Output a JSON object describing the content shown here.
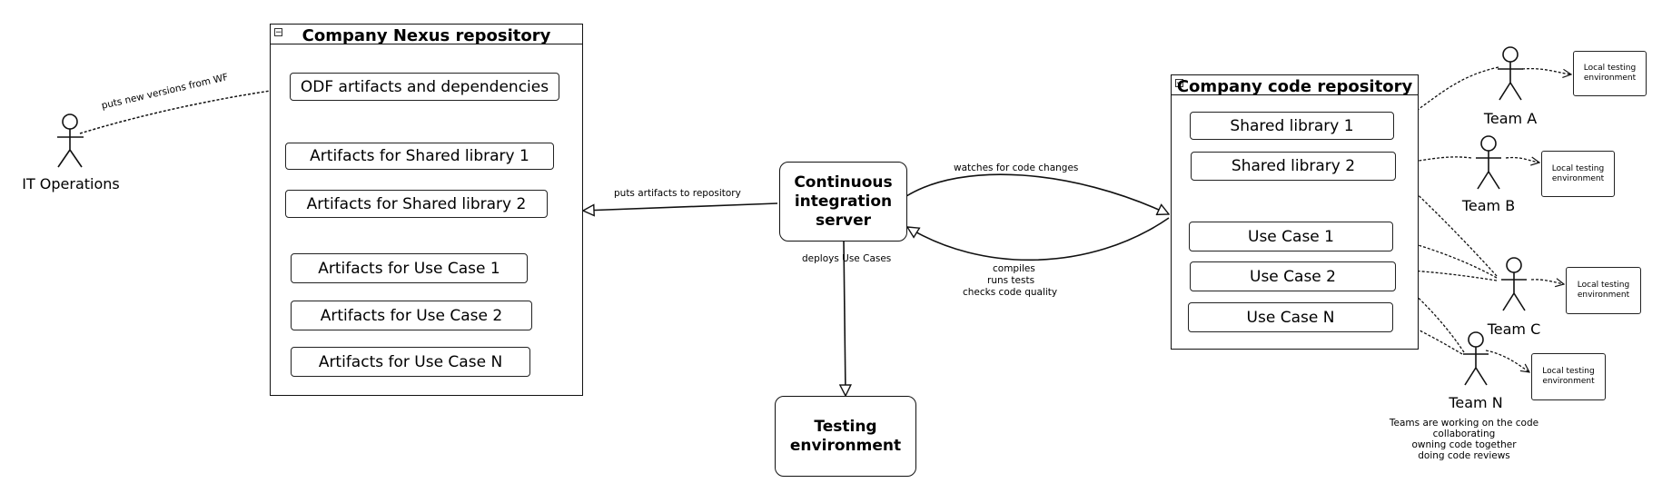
{
  "nexus": {
    "title": "Company Nexus repository",
    "items": [
      "ODF artifacts and dependencies",
      "Artifacts for Shared library 1",
      "Artifacts for Shared library 2",
      "Artifacts for Use Case 1",
      "Artifacts for Use Case 2",
      "Artifacts for Use Case N"
    ]
  },
  "code_repo": {
    "title": "Company code repository",
    "items": [
      "Shared library 1",
      "Shared library 2",
      "Use Case 1",
      "Use Case 2",
      "Use Case N"
    ]
  },
  "ci_server": {
    "lines": [
      "Continuous",
      "integration",
      "server"
    ]
  },
  "testing_env": {
    "lines": [
      "Testing",
      "environment"
    ]
  },
  "actors": {
    "it_ops": "IT Operations",
    "team_a": "Team A",
    "team_b": "Team B",
    "team_c": "Team C",
    "team_n": "Team N"
  },
  "local_env": {
    "line1": "Local testing",
    "line2": "environment"
  },
  "edge_labels": {
    "puts_new_versions": "puts new versions from WF",
    "puts_artifacts": "puts artifacts to repository",
    "watches": "watches for code changes",
    "deploys": "deploys Use Cases",
    "compiles": "compiles",
    "runs_tests": "runs tests",
    "checks_quality": "checks code quality"
  },
  "team_notes": [
    "Teams are working on the code",
    "collaborating",
    "owning code together",
    "doing code reviews"
  ]
}
